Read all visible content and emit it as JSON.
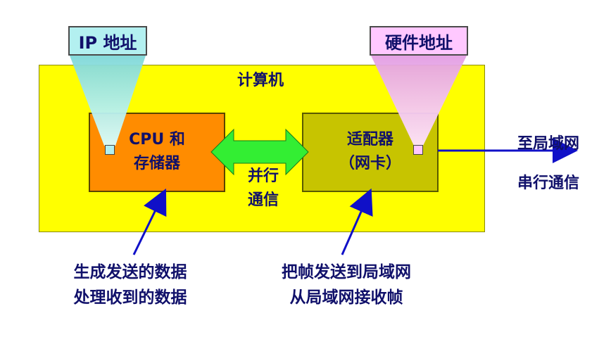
{
  "labels": {
    "ip_address": "IP 地址",
    "hardware_address": "硬件地址"
  },
  "computer": {
    "title": "计算机"
  },
  "cpu_box": {
    "line1": "CPU 和",
    "line2": "存储器"
  },
  "adapter_box": {
    "line1": "适配器",
    "line2": "（网卡）"
  },
  "parallel": {
    "line1": "并行",
    "line2": "通信"
  },
  "lan": {
    "line1": "至局域网",
    "line2": "串行通信"
  },
  "cpu_note": {
    "line1": "生成发送的数据",
    "line2": "处理收到的数据"
  },
  "adapter_note": {
    "line1": "把帧发送到局域网",
    "line2": "从局域网接收帧"
  },
  "colors": {
    "computer": "#ffff00",
    "cpu": "#ff8c00",
    "adapter": "#c7c400",
    "ip_tag": "#b3f0f0",
    "hw_tag": "#ffc8ff",
    "arrow_green": "#33ee33",
    "arrow_blue": "#1010c8",
    "text": "#10106a"
  }
}
